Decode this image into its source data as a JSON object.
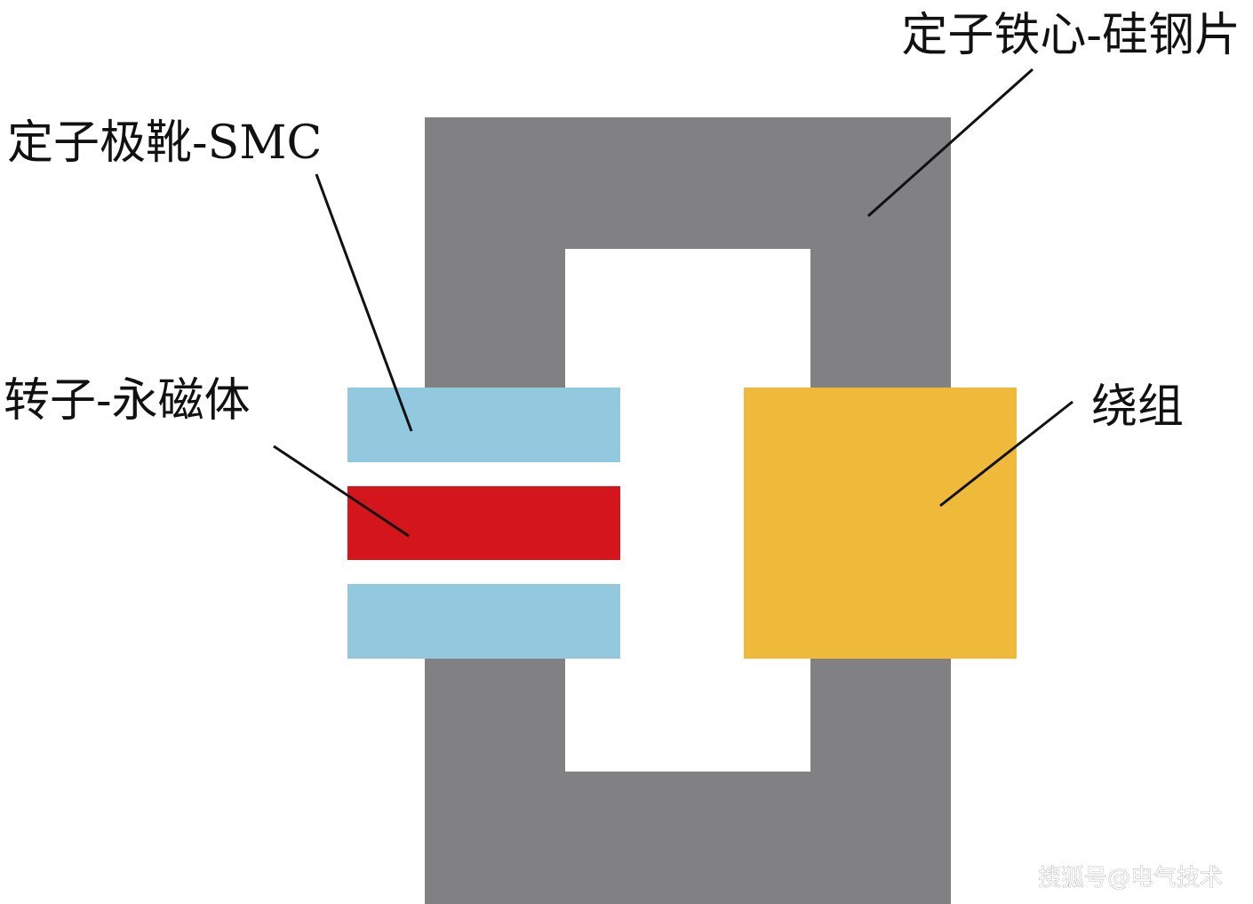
{
  "labels": {
    "stator_core": "定子铁心-硅钢片",
    "stator_pole_shoe": "定子极靴-SMC",
    "rotor_magnet": "转子-永磁体",
    "winding": "绕组"
  },
  "watermark": "搜狐号@电气技术",
  "colors": {
    "core": "#818183",
    "pole_shoe": "#93c9de",
    "magnet": "#d4151b",
    "winding": "#efb93a",
    "leader": "#111111"
  }
}
